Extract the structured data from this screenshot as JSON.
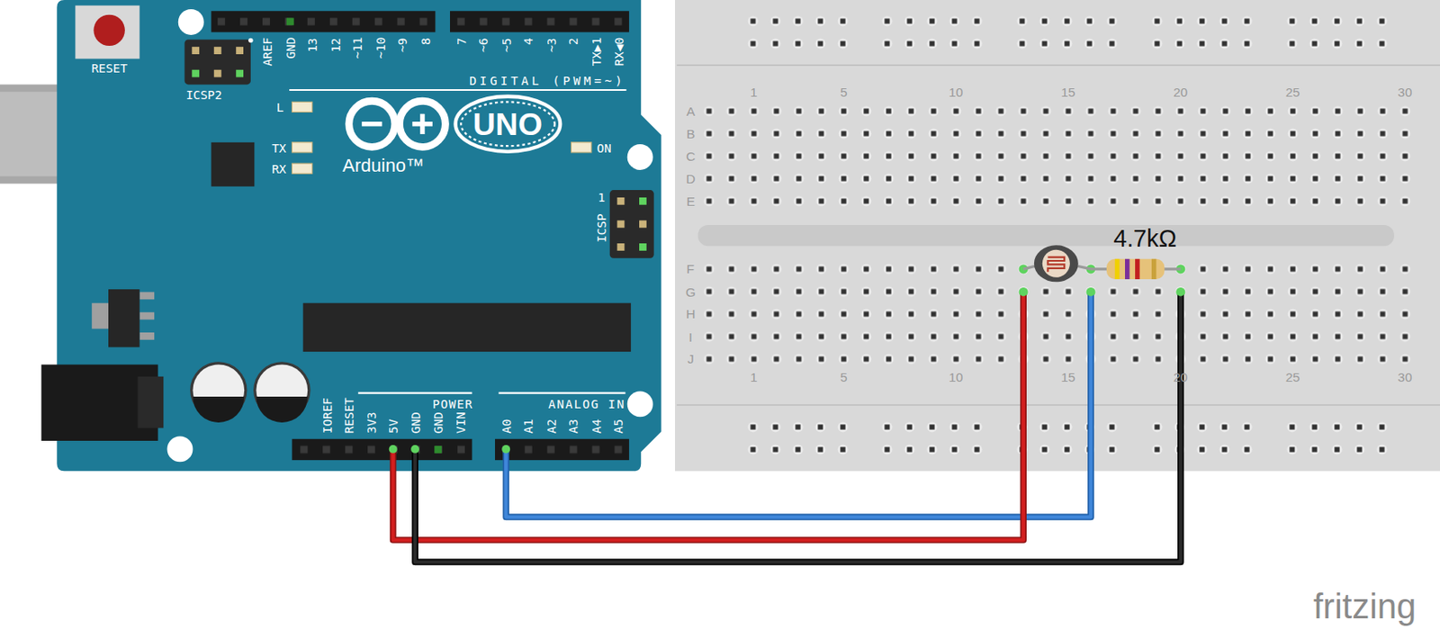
{
  "diagram": {
    "labels": [
      "RESET",
      "ICSP2",
      "AREF",
      "GND",
      "13",
      "12",
      "~11",
      "~10",
      "~9",
      "8",
      "7",
      "~6",
      "~5",
      "4",
      "~3",
      "2",
      "TX▶1",
      "RX◀0",
      "DIGITAL (PWM=~)",
      "L",
      "TX",
      "RX",
      "UNO",
      "Arduino™",
      "ON",
      "1",
      "ICSP",
      "IOREF",
      "RESET",
      "3V3",
      "5V",
      "GND",
      "GND",
      "VIN",
      "POWER",
      "A0",
      "A1",
      "A2",
      "A3",
      "A4",
      "A5",
      "ANALOG IN",
      "1",
      "5",
      "10",
      "15",
      "20",
      "25",
      "30",
      "A",
      "B",
      "C",
      "D",
      "E",
      "F",
      "G",
      "H",
      "I",
      "J",
      "1",
      "5",
      "10",
      "15",
      "20",
      "25",
      "30",
      "4.7kΩ",
      "fritzing"
    ]
  }
}
